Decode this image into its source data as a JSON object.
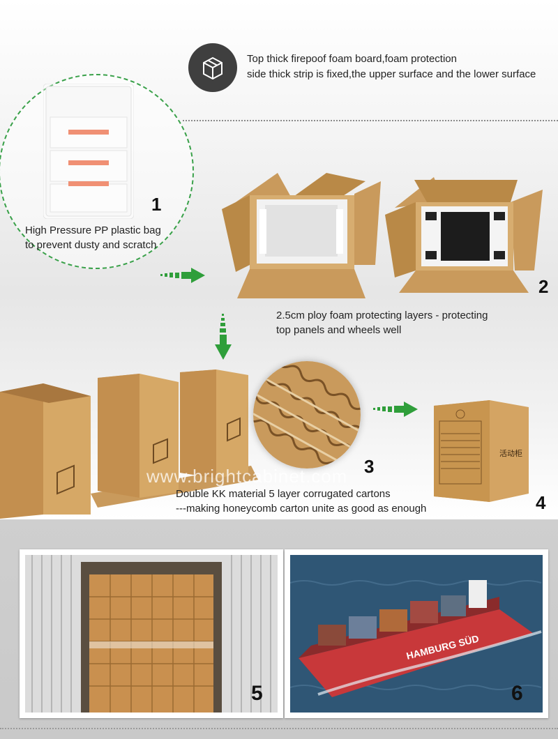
{
  "header": {
    "line1": "Top thick firepoof foam board,foam protection",
    "line2": "side thick strip is fixed,the upper surface and the lower surface",
    "icon": "box-icon"
  },
  "step1": {
    "number": "1",
    "line1": "High Pressure PP plastic bag",
    "line2": "to prevent dusty and scratch"
  },
  "step2": {
    "number": "2",
    "line1": "2.5cm ploy foam protecting layers - protecting",
    "line2": "top panels and wheels well"
  },
  "step3": {
    "number": "3",
    "line1": "Double KK material 5 layer corrugated cartons",
    "line2": "---making honeycomb carton unite as good as enough",
    "watermark": "www.brightcabinet.com"
  },
  "step4": {
    "number": "4",
    "carton_label": "活动柜"
  },
  "step5": {
    "number": "5"
  },
  "step6": {
    "number": "6",
    "ship_name": "HAMBURG SÜD"
  },
  "colors": {
    "arrow_green": "#2f9e3a",
    "carton": "#c99a5c",
    "carton_dark": "#a8773f",
    "accent_orange": "#e8552a"
  }
}
